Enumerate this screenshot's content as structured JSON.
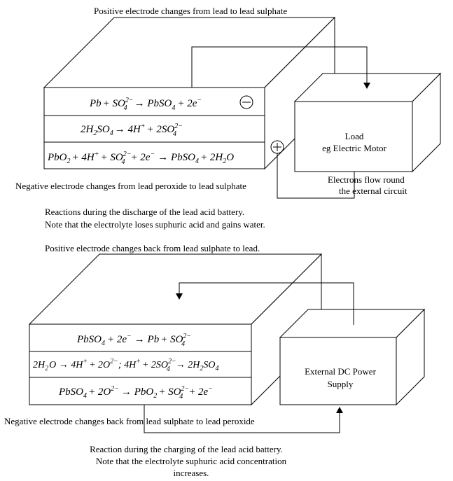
{
  "discharge": {
    "top_caption": "Positive electrode changes from lead to lead sulphate",
    "eq1": {
      "a": "Pb",
      "b": "+ SO",
      "b_sup": "2−",
      "b_sub": "4",
      "c": "→ PbSO",
      "c_sub": "4",
      "d": "+ 2e",
      "d_sup": "−"
    },
    "eq2": {
      "a": "2H",
      "a_sub": "2",
      "b": "SO",
      "b_sub": "4",
      "c": "→ 4H",
      "c_sup": "+",
      "d": "+ 2SO",
      "d_sup": "2−",
      "d_sub": "4"
    },
    "eq3": {
      "a": "PbO",
      "a_sub": "2",
      "b": "+ 4H",
      "b_sup": "+",
      "c": "+ SO",
      "c_sup": "2−",
      "c_sub": "4",
      "d": "+ 2e",
      "d_sup": "−",
      "e": "→ PbSO",
      "e_sub": "4",
      "f": "+ 2H",
      "f_sub": "2",
      "g": "O"
    },
    "minus_symbol": "−",
    "plus_symbol": "+",
    "load_line1": "Load",
    "load_line2": "eg Electric Motor",
    "electrons_line1": "Electrons flow round",
    "electrons_line2": "the external circuit",
    "bottom_caption": "Negative electrode changes from lead peroxide to lead sulphate",
    "note_line1": "Reactions during the discharge of the lead acid battery.",
    "note_line2": "Note that the electrolyte loses suphuric acid and gains water."
  },
  "charging": {
    "top_caption": "Positive electrode changes back from lead sulphate to lead.",
    "eq1": {
      "a": "PbSO",
      "a_sub": "4",
      "b": "+ 2e",
      "b_sup": "−",
      "c": "→ Pb",
      "d": "+ SO",
      "d_sup": "2−",
      "d_sub": "4"
    },
    "eq2": {
      "a": "2H",
      "a_sub": "2",
      "b": "O → 4H",
      "b_sup": "+",
      "c": "+ 2O",
      "c_sup": "2−",
      "d": "; 4H",
      "d_sup": "+",
      "e": "+ 2SO",
      "e_sup": "2−",
      "e_sub": "4",
      "f": "→ 2H",
      "f_sub": "2",
      "g": "SO",
      "g_sub": "4"
    },
    "eq3": {
      "a": "PbSO",
      "a_sub": "4",
      "b": "+ 2O",
      "b_sup": "2−",
      "c": "→ PbO",
      "c_sub": "2",
      "d": "+ SO",
      "d_sup": "2−",
      "d_sub": "4",
      "e": "+ 2e",
      "e_sup": "−"
    },
    "supply_line1": "External DC Power",
    "supply_line2": "Supply",
    "bottom_caption": "Negative electrode changes back from lead sulphate to lead peroxide",
    "note_line1": "Reaction during the charging of the lead acid battery.",
    "note_line2": "Note that the electrolyte suphuric acid concentration",
    "note_line3": "increases."
  }
}
